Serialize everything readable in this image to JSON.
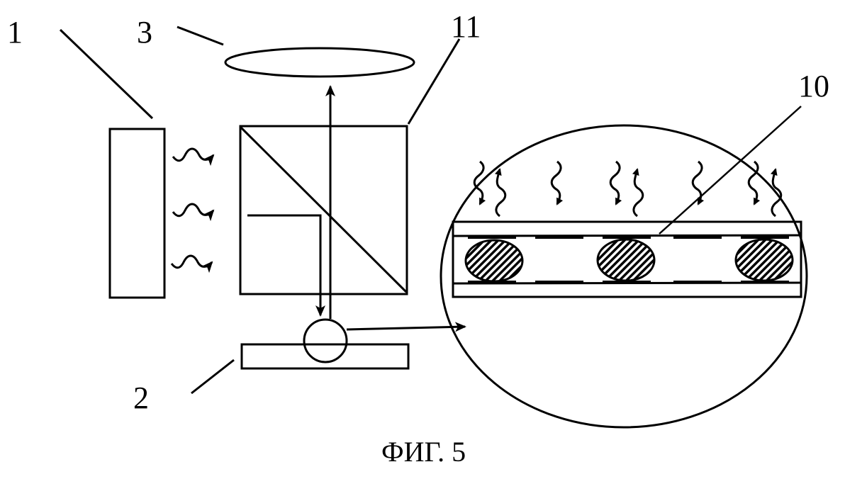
{
  "labels": {
    "source": "1",
    "detector": "2",
    "lens": "3",
    "layer": "10",
    "beamsplitter": "11"
  },
  "caption": "ФИГ. 5",
  "colors": {
    "ink": "#000000",
    "background": "#ffffff"
  }
}
